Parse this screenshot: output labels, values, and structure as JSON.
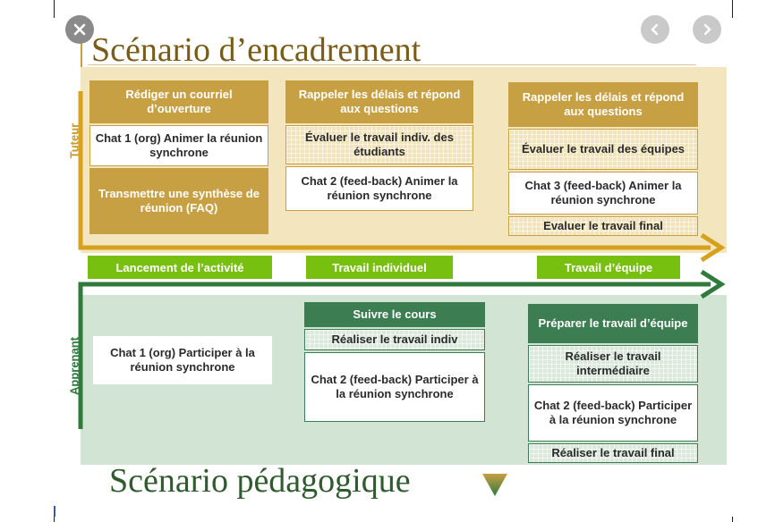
{
  "slide": {
    "title_top": "Scénario d’encadrement",
    "title_bottom": "Scénario pédagogique"
  },
  "tutor": {
    "label": "Tuteur",
    "col1": [
      "Rédiger un courriel d’ouverture",
      "Chat 1 (org) Animer la réunion synchrone",
      "Transmettre une synthèse de réunion (FAQ)"
    ],
    "col2": [
      "Rappeler les délais et répond aux questions",
      "Évaluer le travail indiv. des étudiants",
      "Chat 2 (feed-back) Animer la réunion synchrone"
    ],
    "col3": [
      "Rappeler les délais et répond aux questions",
      "Évaluer le travail des équipes",
      "Chat 3 (feed-back) Animer la réunion synchrone",
      "Evaluer le travail final"
    ]
  },
  "phases": [
    "Lancement de l’activité",
    "Travail individuel",
    "Travail d’équipe"
  ],
  "learner": {
    "label": "Apprenant",
    "col1": [
      "Chat 1 (org) Participer à la réunion synchrone"
    ],
    "col2": [
      "Suivre le cours",
      "Réaliser le travail indiv",
      "Chat 2 (feed-back) Participer à la réunion synchrone"
    ],
    "col3": [
      "Préparer le travail d’équipe",
      "Réaliser le travail intermédiaire",
      "Chat 2 (feed-back) Participer à la réunion synchrone",
      "Réaliser le travail final"
    ]
  },
  "colors": {
    "gold": "#c7a043",
    "gold_band": "#f3e6bf",
    "green_band": "#d2e5d5",
    "dark_green": "#3d7d52",
    "lime": "#77c00f",
    "arrow_gold": "#d6a21e",
    "arrow_green": "#2f7a3c"
  },
  "icons": {
    "close": "close-icon",
    "prev": "chevron-left-icon",
    "next": "chevron-right-icon",
    "triangle": "triangle-down-icon"
  }
}
